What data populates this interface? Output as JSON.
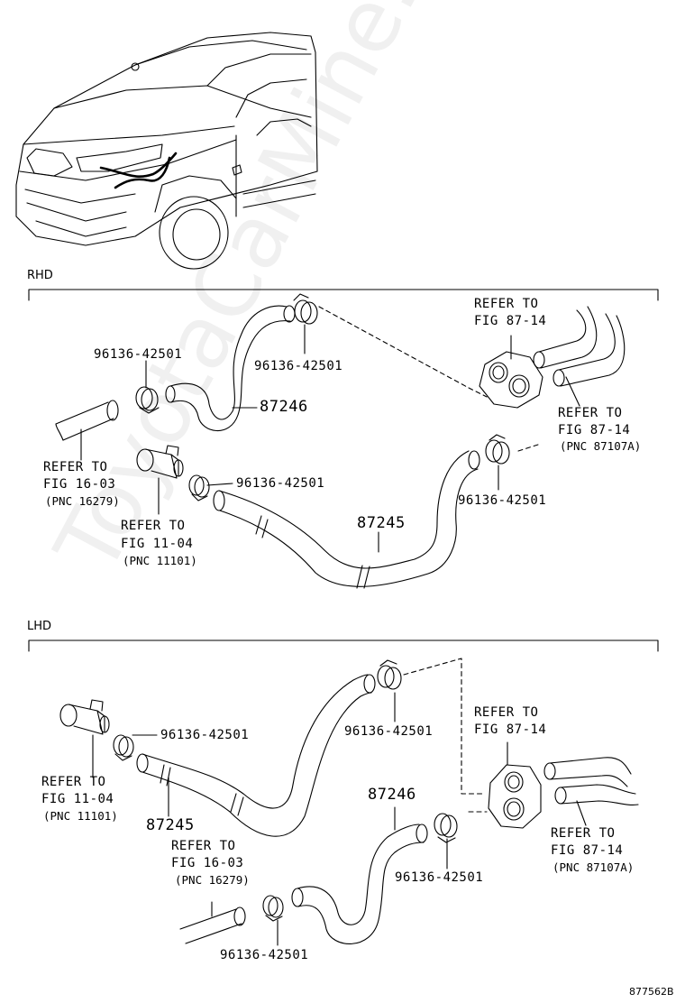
{
  "watermark": "ToyotaCarMine.ru",
  "diagram_code": "877562B",
  "rhd": {
    "section_label": "RHD",
    "refer_87_14_a": {
      "l1": "REFER TO",
      "l2": "FIG 87-14"
    },
    "refer_87_14_b": {
      "l1": "REFER TO",
      "l2": "FIG 87-14",
      "l3": "(PNC 87107A)"
    },
    "refer_16_03": {
      "l1": "REFER TO",
      "l2": "FIG 16-03",
      "l3": "(PNC 16279)"
    },
    "refer_11_04": {
      "l1": "REFER TO",
      "l2": "FIG 11-04",
      "l3": "(PNC 11101)"
    },
    "clip_left": "96136-42501",
    "clip_top": "96136-42501",
    "clip_mid": "96136-42501",
    "clip_right": "96136-42501",
    "hose_87246": "87246",
    "hose_87245": "87245"
  },
  "lhd": {
    "section_label": "LHD",
    "refer_87_14_a": {
      "l1": "REFER TO",
      "l2": "FIG 87-14"
    },
    "refer_87_14_b": {
      "l1": "REFER TO",
      "l2": "FIG 87-14",
      "l3": "(PNC 87107A)"
    },
    "refer_11_04": {
      "l1": "REFER TO",
      "l2": "FIG 11-04",
      "l3": "(PNC 11101)"
    },
    "refer_16_03": {
      "l1": "REFER TO",
      "l2": "FIG 16-03",
      "l3": "(PNC 16279)"
    },
    "clip_left": "96136-42501",
    "clip_top": "96136-42501",
    "clip_right": "96136-42501",
    "clip_bottom": "96136-42501",
    "hose_87246": "87246",
    "hose_87245": "87245"
  }
}
